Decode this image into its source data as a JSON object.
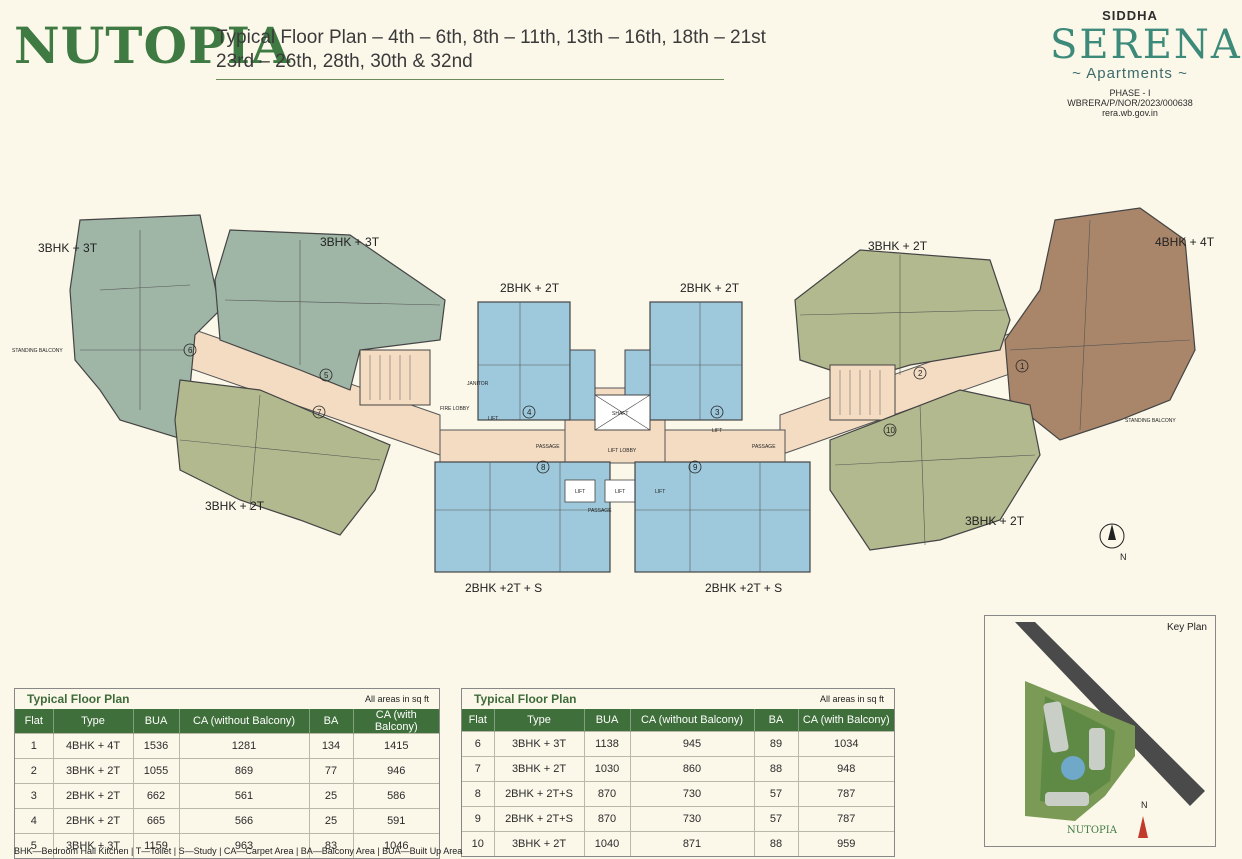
{
  "header": {
    "project_logo": "NUTOPIA",
    "title_line1": "Typical Floor Plan – 4th – 6th, 8th – 11th, 13th – 16th, 18th – 21st",
    "title_line2": "23rd – 26th, 28th, 30th & 32nd"
  },
  "brand": {
    "developer": "SIDDHA",
    "name": "SERENA",
    "subtitle": "~ Apartments ~",
    "rera": "PHASE - I WBRERA/P/NOR/2023/000638",
    "site": "rera.wb.gov.in"
  },
  "plan": {
    "flat_labels": [
      "3BHK + 3T",
      "3BHK + 3T",
      "2BHK + 2T",
      "2BHK + 2T",
      "3BHK + 2T",
      "4BHK + 4T",
      "3BHK + 2T",
      "3BHK + 2T",
      "2BHK +2T + S",
      "2BHK +2T + S"
    ],
    "flat_numbers": [
      "1",
      "2",
      "3",
      "4",
      "5",
      "6",
      "7",
      "8",
      "9",
      "10"
    ],
    "common": [
      "LIFT LOBBY",
      "PASSAGE",
      "PASSAGE",
      "PASSAGE",
      "SHAFT",
      "LIFT",
      "LIFT",
      "LIFT",
      "LIFT",
      "LIFT",
      "FIRE LOBBY",
      "JANITOR",
      "STANDING BALCONY",
      "STANDING BALCONY"
    ],
    "compass": "N",
    "colors": {
      "sage": "#9fb5a6",
      "olive": "#b3b98e",
      "brown": "#a9866a",
      "blue": "#9ec9dc",
      "passage": "#f4dcc2"
    }
  },
  "table_left": {
    "title": "Typical Floor Plan",
    "note": "All areas in sq ft",
    "headers": [
      "Flat",
      "Type",
      "BUA",
      "CA (without Balcony)",
      "BA",
      "CA (with Balcony)"
    ],
    "rows": [
      [
        "1",
        "4BHK + 4T",
        "1536",
        "1281",
        "134",
        "1415"
      ],
      [
        "2",
        "3BHK + 2T",
        "1055",
        "869",
        "77",
        "946"
      ],
      [
        "3",
        "2BHK + 2T",
        "662",
        "561",
        "25",
        "586"
      ],
      [
        "4",
        "2BHK + 2T",
        "665",
        "566",
        "25",
        "591"
      ],
      [
        "5",
        "3BHK + 3T",
        "1159",
        "963",
        "83",
        "1046"
      ]
    ]
  },
  "table_right": {
    "title": "Typical Floor Plan",
    "note": "All areas in sq ft",
    "headers": [
      "Flat",
      "Type",
      "BUA",
      "CA (without Balcony)",
      "BA",
      "CA (with Balcony)"
    ],
    "rows": [
      [
        "6",
        "3BHK + 3T",
        "1138",
        "945",
        "89",
        "1034"
      ],
      [
        "7",
        "3BHK + 2T",
        "1030",
        "860",
        "88",
        "948"
      ],
      [
        "8",
        "2BHK + 2T+S",
        "870",
        "730",
        "57",
        "787"
      ],
      [
        "9",
        "2BHK + 2T+S",
        "870",
        "730",
        "57",
        "787"
      ],
      [
        "10",
        "3BHK + 2T",
        "1040",
        "871",
        "88",
        "959"
      ]
    ]
  },
  "legend": "BHK—Bedroom Hall Kitchen | T—Toilet | S—Study | CA—Carpet Area | BA—Balcony Area | BUA—Built Up Area",
  "key_plan": {
    "title": "Key Plan",
    "compass": "N",
    "logo": "NUTOPIA"
  }
}
